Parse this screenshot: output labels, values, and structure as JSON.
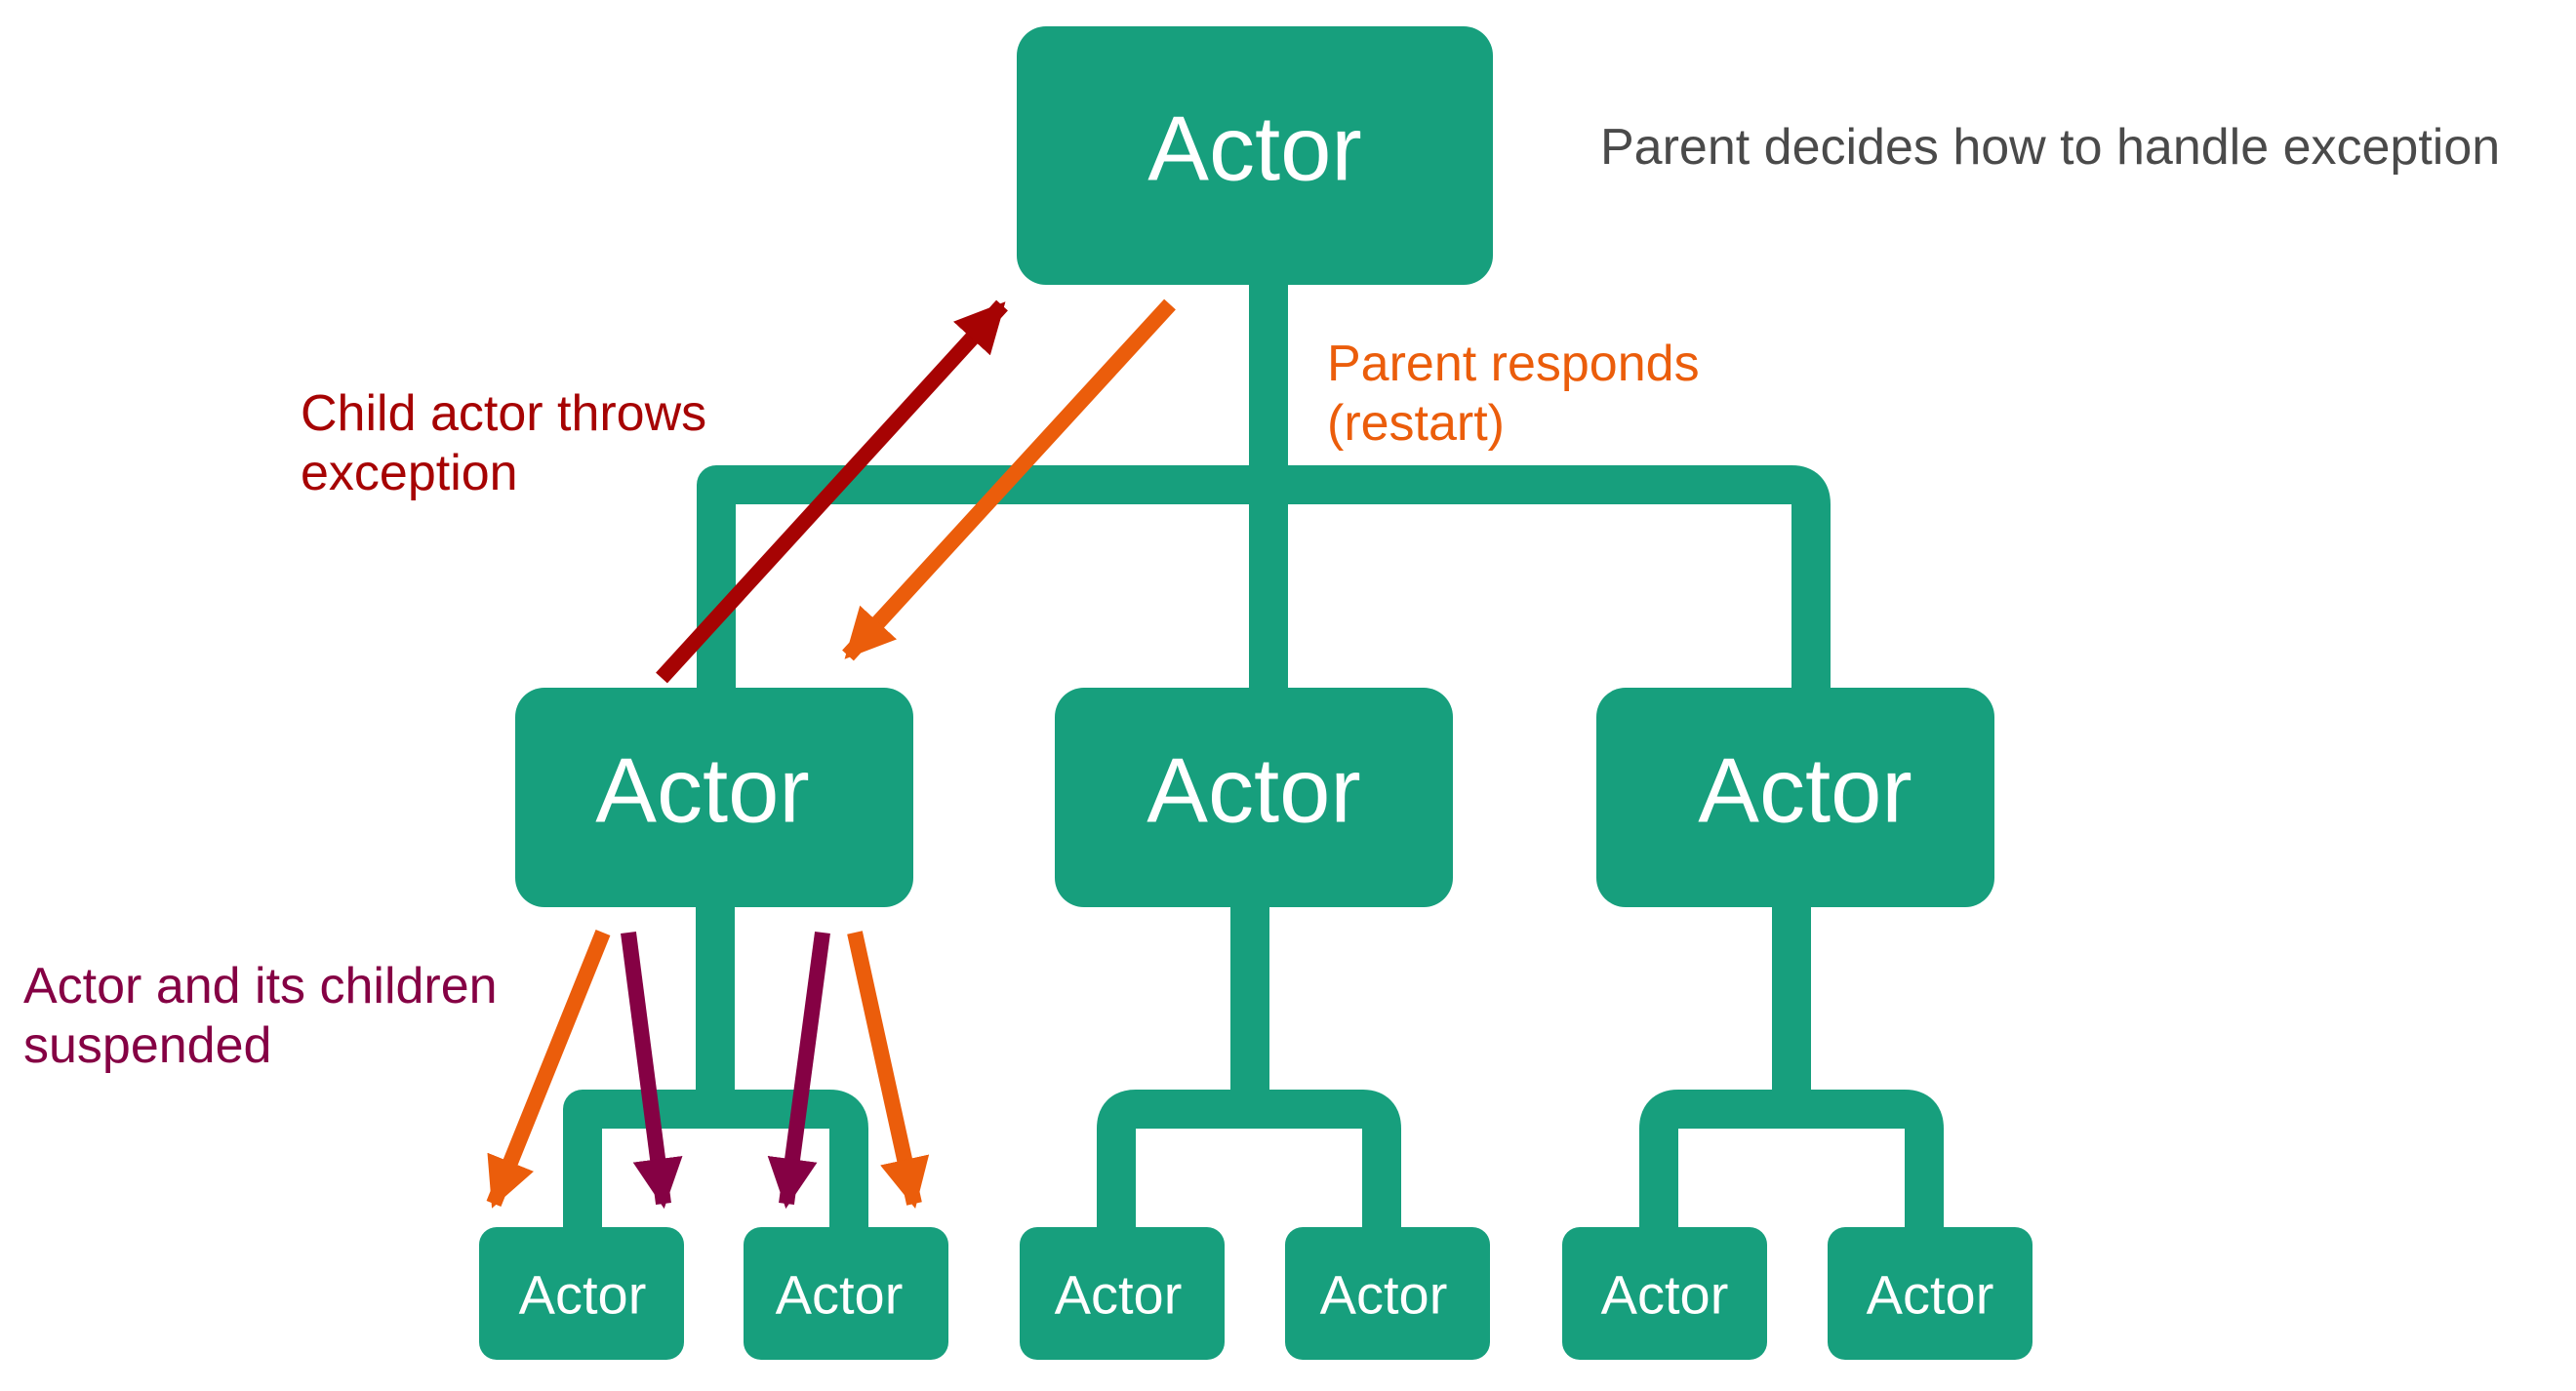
{
  "colors": {
    "box": "#179F7D",
    "error": "#A60303",
    "restart": "#EB5D0B",
    "suspend": "#850144",
    "note_gray": "#4A4A4A"
  },
  "actors": {
    "root": "Actor",
    "mid_left": "Actor",
    "mid_center": "Actor",
    "mid_right": "Actor",
    "leaf_1": "Actor",
    "leaf_2": "Actor",
    "leaf_3": "Actor",
    "leaf_4": "Actor",
    "leaf_5": "Actor",
    "leaf_6": "Actor"
  },
  "notes": {
    "parent_decides": "Parent decides how to handle exception",
    "parent_responds": [
      "Parent responds",
      "(restart)"
    ],
    "child_throws": [
      "Child actor throws",
      "exception"
    ],
    "suspended": [
      "Actor and its children",
      "suspended"
    ]
  }
}
